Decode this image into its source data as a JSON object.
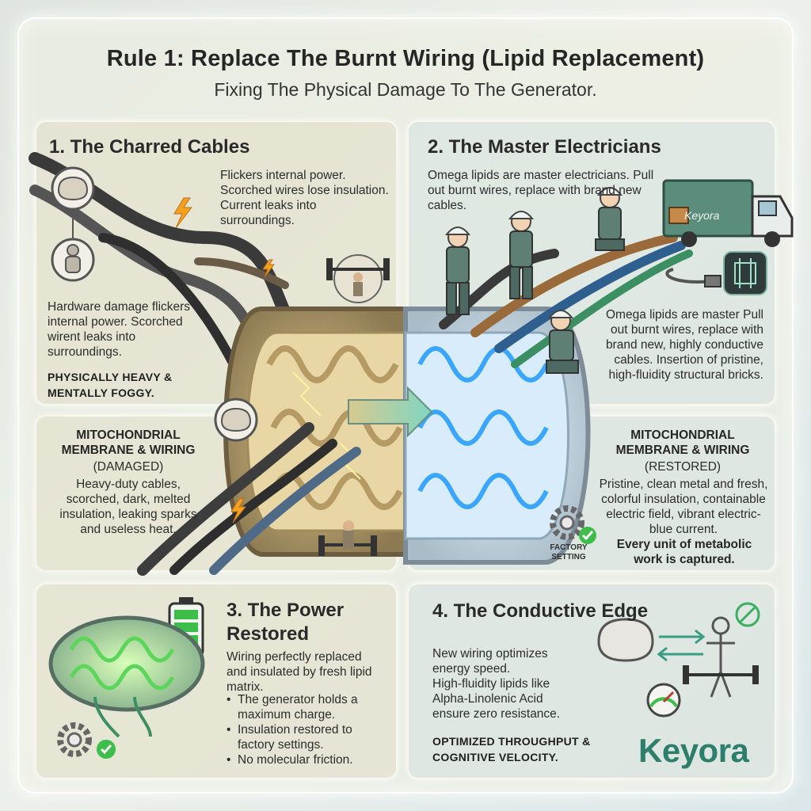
{
  "header": {
    "title": "Rule 1: Replace The Burnt Wiring (Lipid Replacement)",
    "subtitle": "Fixing The Physical Damage To The Generator."
  },
  "panel1": {
    "title": "1. The Charred Cables",
    "intro": "Flickers internal power. Scorched wires lose insulation. Current leaks into surroundings.",
    "hardware": "Hardware damage flickers internal power. Scorched wirent leaks into surroundings.",
    "conclusion": "PHYSICALLY HEAVY & MENTALLY FOGGY."
  },
  "panel2": {
    "title": "2. The Master Electricians",
    "intro": "Omega lipids are master electricians. Pull out burnt wires, replace with brand new cables.",
    "detail": "Omega lipids are master Pull out burnt wires, replace with brand new, highly conductive cables. Insertion of pristine, high-fluidity structural bricks.",
    "truck_label": "Keyora"
  },
  "damaged": {
    "heading": "MITOCHONDRIAL MEMBRANE & WIRING",
    "status": "(DAMAGED)",
    "desc": "Heavy-duty cables, scorched, dark, melted insulation, leaking sparks and useless heat."
  },
  "restored": {
    "heading": "MITOCHONDRIAL MEMBRANE & WIRING",
    "status": "(RESTORED)",
    "desc": "Pristine, clean metal and fresh, colorful insulation, containable electric field, vibrant electric-blue current.",
    "emphasis": "Every unit of metabolic work is captured.",
    "badge": "FACTORY SETTING"
  },
  "panel3": {
    "title": "3. The Power Restored",
    "intro": "Wiring perfectly replaced and insulated by fresh lipid matrix.",
    "bullets": [
      "The generator holds a maximum charge.",
      "Insulation restored to factory settings.",
      "No molecular friction."
    ]
  },
  "panel4": {
    "title": "4. The Conductive Edge",
    "line1": "New wiring optimizes energy speed.",
    "line2": "High-fluidity lipids like Alpha-Linolenic Acid ensure zero resistance.",
    "conclusion": "OPTIMIZED THROUGHPUT & COGNITIVE VELOCITY."
  },
  "brand": {
    "name": "Keyora"
  },
  "colors": {
    "brand_green": "#2e7e6c",
    "electric_blue": "#3aa6ff",
    "spark_orange": "#f4a21d",
    "battery_green": "#3dbd4a"
  },
  "icons": [
    "brain-icon",
    "person-icon",
    "weightlifter-icon",
    "lightning-icon",
    "battery-icon",
    "gear-icon",
    "check-icon",
    "gauge-icon",
    "no-entry-icon",
    "circuit-chip-icon",
    "plug-icon",
    "arrow-right-icon"
  ]
}
